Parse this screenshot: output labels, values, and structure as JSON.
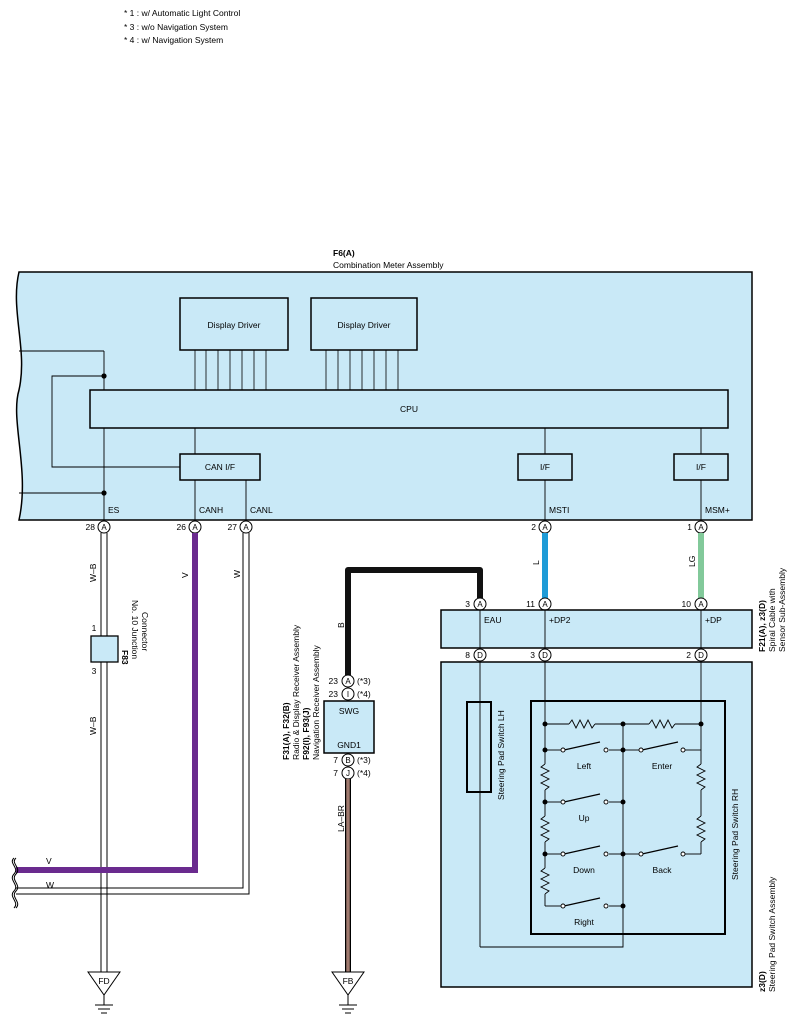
{
  "notes": [
    "* 1 : w/ Automatic Light Control",
    "* 3 : w/o Navigation System",
    "* 4 : w/ Navigation System"
  ],
  "colors": {
    "box_fill": "#c9e9f7",
    "purple": "#6a2a8e",
    "blue": "#1e9bd7",
    "green": "#82c99a",
    "black": "#111111",
    "brown": "#a07a6f"
  },
  "meter": {
    "code": "F6(A)",
    "name": "Combination Meter Assembly",
    "display_driver_1": "Display Driver",
    "display_driver_2": "Display Driver",
    "cpu": "CPU",
    "can_if": "CAN I/F",
    "if1": "I/F",
    "if2": "I/F",
    "term_es": "ES",
    "term_canh": "CANH",
    "term_canl": "CANL",
    "term_msti": "MSTI",
    "term_msm": "MSM+",
    "pins": [
      {
        "num": "28",
        "conn": "A"
      },
      {
        "num": "26",
        "conn": "A"
      },
      {
        "num": "27",
        "conn": "A"
      },
      {
        "num": "2",
        "conn": "A"
      },
      {
        "num": "1",
        "conn": "A"
      }
    ]
  },
  "wires": {
    "wb_top": "W–B",
    "v": "V",
    "w": "W",
    "l": "L",
    "lg": "LG",
    "b": "B",
    "wb_bottom": "W–B",
    "labr": "LA–BR",
    "v_left": "V",
    "w_left": "W"
  },
  "junction": {
    "code": "F83",
    "name_line1": "No. 10 Junction",
    "name_line2": "Connector",
    "pin_top": "1",
    "pin_bottom": "3"
  },
  "radio": {
    "code1": "F31(A), F32(B)",
    "name1": "Radio & Display Receiver Assembly",
    "code2": "F92(I), F93(J)",
    "name2": "Navigation Receiver Assembly",
    "swg": "SWG",
    "gnd1": "GND1",
    "pins": [
      {
        "num": "23",
        "conn": "A",
        "note": "(*3)"
      },
      {
        "num": "23",
        "conn": "I",
        "note": "(*4)"
      },
      {
        "num": "7",
        "conn": "B",
        "note": "(*3)"
      },
      {
        "num": "7",
        "conn": "J",
        "note": "(*4)"
      }
    ]
  },
  "spiral": {
    "code": "F21(A), z3(D)",
    "name_line1": "Spiral Cable with",
    "name_line2": "Sensor Sub-Assembly",
    "term_eau": "EAU",
    "term_dp2": "+DP2",
    "term_dp": "+DP",
    "top_pins": [
      {
        "num": "3",
        "conn": "A"
      },
      {
        "num": "11",
        "conn": "A"
      },
      {
        "num": "10",
        "conn": "A"
      }
    ],
    "bottom_pins": [
      {
        "num": "8",
        "conn": "D"
      },
      {
        "num": "3",
        "conn": "D"
      },
      {
        "num": "2",
        "conn": "D"
      }
    ]
  },
  "steering": {
    "code": "z3(D)",
    "name": "Steering Pad Switch Assembly",
    "lh": "Steering Pad Switch LH",
    "rh": "Steering Pad Switch RH",
    "switches": [
      "Left",
      "Enter",
      "Up",
      "Down",
      "Back",
      "Right"
    ]
  },
  "grounds": {
    "fd": "FD",
    "fb": "FB"
  }
}
